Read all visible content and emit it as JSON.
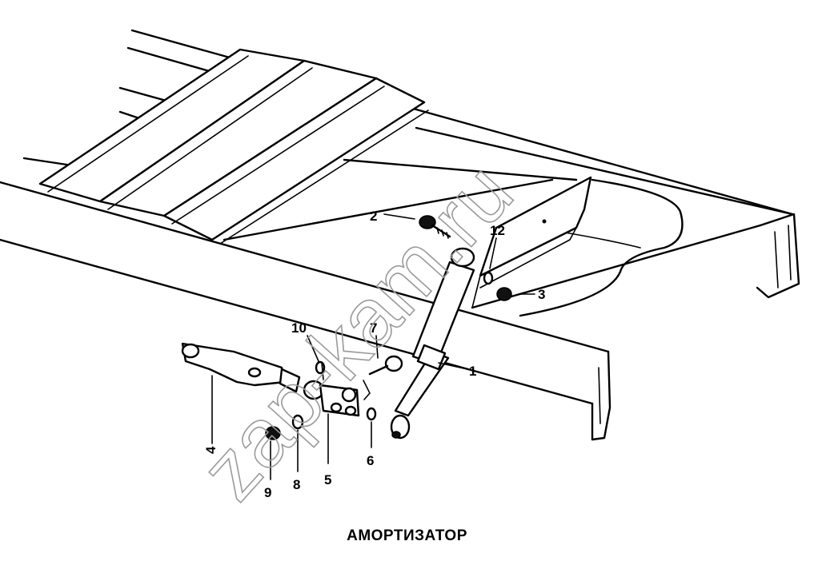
{
  "caption": "АМОРТИЗАТОР",
  "watermark": "zap-kam.ru",
  "callouts": [
    {
      "id": "1",
      "label": "1"
    },
    {
      "id": "2",
      "label": "2"
    },
    {
      "id": "3",
      "label": "3"
    },
    {
      "id": "4",
      "label": "4"
    },
    {
      "id": "5",
      "label": "5"
    },
    {
      "id": "6",
      "label": "6"
    },
    {
      "id": "7",
      "label": "7"
    },
    {
      "id": "8",
      "label": "8"
    },
    {
      "id": "9",
      "label": "9"
    },
    {
      "id": "10",
      "label": "10"
    },
    {
      "id": "12",
      "label": "12"
    }
  ]
}
